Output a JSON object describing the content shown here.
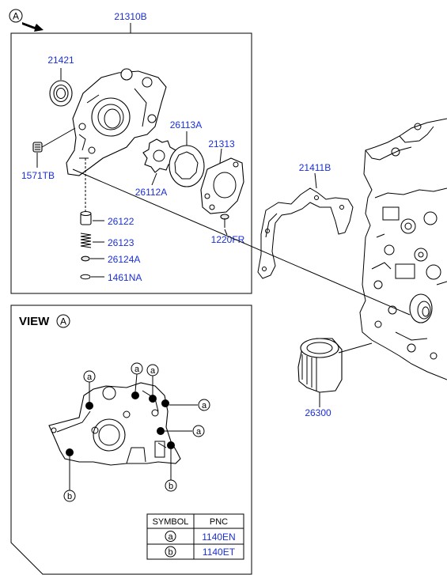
{
  "view_marker": "A",
  "view_title": "VIEW",
  "parts": {
    "p21310B": "21310B",
    "p21421": "21421",
    "p26113A": "26113A",
    "p21313": "21313",
    "p1571TB": "1571TB",
    "p26112A": "26112A",
    "p26122": "26122",
    "p26123": "26123",
    "p26124A": "26124A",
    "p1461NA": "1461NA",
    "p1220FR": "1220FR",
    "p21411B": "21411B",
    "p26300": "26300"
  },
  "symbol_letters": {
    "a": "a",
    "b": "b"
  },
  "table": {
    "headers": [
      "SYMBOL",
      "PNC"
    ],
    "rows": [
      {
        "symbol": "a",
        "pnc": "1140EN"
      },
      {
        "symbol": "b",
        "pnc": "1140ET"
      }
    ]
  }
}
